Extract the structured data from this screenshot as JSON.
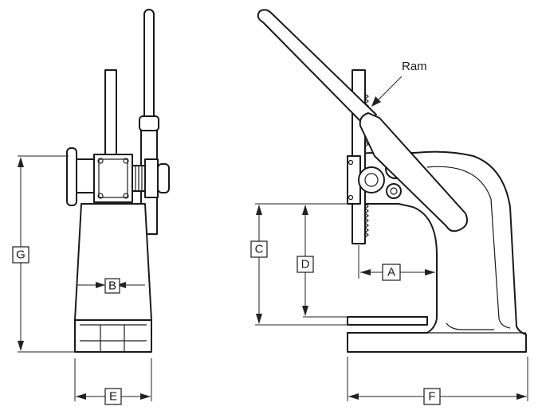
{
  "callout": {
    "ram": "Ram"
  },
  "dimensions": {
    "A": "A",
    "B": "B",
    "C": "C",
    "D": "D",
    "E": "E",
    "F": "F",
    "G": "G"
  }
}
